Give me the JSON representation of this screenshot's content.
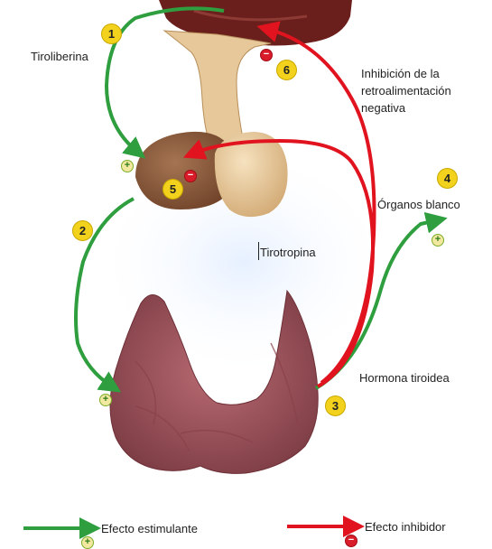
{
  "labels": {
    "trh": "Tiroliberina",
    "tsh": "Tirotropina",
    "feedback": "Inhibición de la\nretroalimentación\nnegativa",
    "targets": "Órganos blanco",
    "hormone": "Hormona tiroidea"
  },
  "steps": {
    "s1": "1",
    "s2": "2",
    "s3": "3",
    "s4": "4",
    "s5": "5",
    "s6": "6"
  },
  "signs": {
    "plus": "+",
    "minus": "−"
  },
  "legend": {
    "stimulating": "Efecto estimulante",
    "inhibitory": "Efecto inhibidor"
  },
  "colors": {
    "stimulating": "#2e9e3e",
    "inhibitory": "#e0131f",
    "step_badge": "#f2d21c",
    "hypothalamus": "#6b1f1c",
    "pituitary_anterior": "#8a5a3c",
    "pituitary_posterior": "#e8c898",
    "thyroid": "#a0545c"
  }
}
